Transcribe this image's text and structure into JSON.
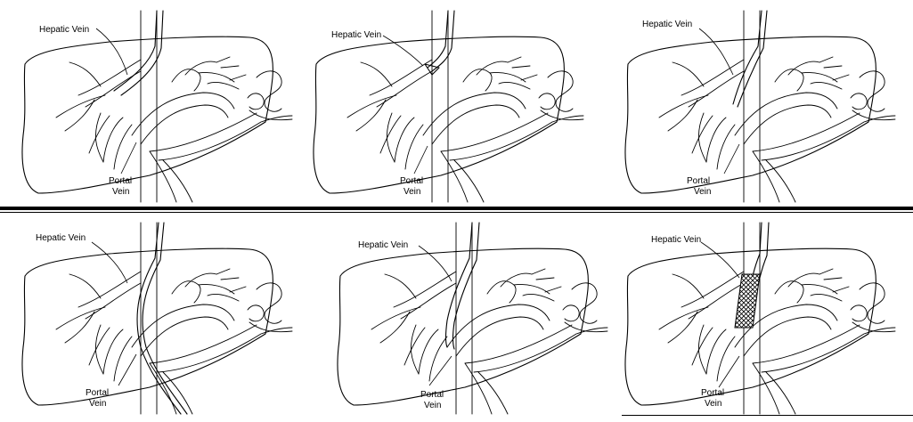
{
  "panels": [
    {
      "hepatic_label": "Hepatic Vein",
      "portal_label_1": "Portal",
      "portal_label_2": "Vein",
      "stage": "needle-in-hepatic-vein"
    },
    {
      "hepatic_label": "Hepatic Vein",
      "portal_label_1": "Portal",
      "portal_label_2": "Vein",
      "stage": "needle-puncture"
    },
    {
      "hepatic_label": "Hepatic Vein",
      "portal_label_1": "Portal",
      "portal_label_2": "Vein",
      "stage": "needle-toward-portal-vein"
    },
    {
      "hepatic_label": "Hepatic Vein",
      "portal_label_1": "Portal",
      "portal_label_2": "Vein",
      "stage": "guidewire-into-portal-vein"
    },
    {
      "hepatic_label": "Hepatic Vein",
      "portal_label_1": "Portal",
      "portal_label_2": "Vein",
      "stage": "tract-dilation"
    },
    {
      "hepatic_label": "Hepatic Vein",
      "portal_label_1": "Portal",
      "portal_label_2": "Vein",
      "stage": "stent-placed"
    }
  ],
  "colors": {
    "ink": "#000000",
    "background": "#ffffff"
  }
}
